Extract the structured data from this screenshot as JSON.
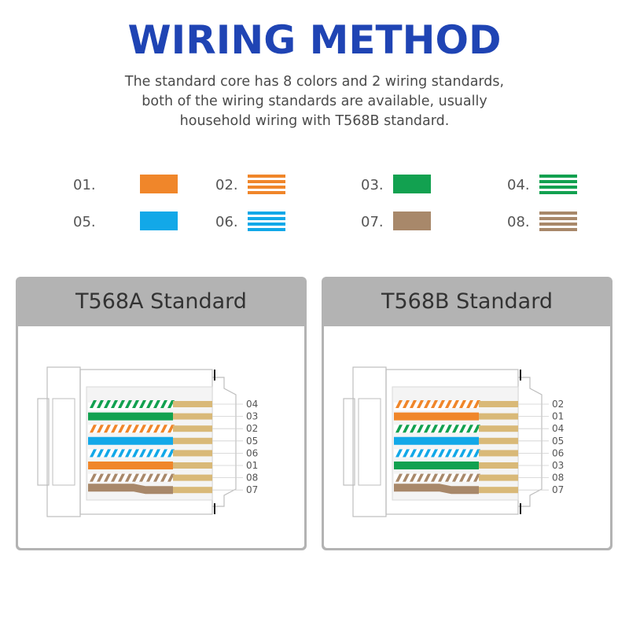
{
  "title": "WIRING METHOD",
  "subtitle": {
    "line1": "The standard core has 8 colors and 2 wiring standards,",
    "line2": "both of the wiring standards are available, usually",
    "line3": "household wiring with T568B standard."
  },
  "colors": {
    "orange": "#f0862a",
    "green": "#12a150",
    "blue": "#12a8e8",
    "brown": "#a8886a",
    "gold": "#d9b978",
    "title_blue": "#1f44b4"
  },
  "legend": [
    {
      "num": "01.",
      "color": "orange",
      "striped": false
    },
    {
      "num": "02.",
      "color": "orange",
      "striped": true
    },
    {
      "num": "03.",
      "color": "green",
      "striped": false
    },
    {
      "num": "04.",
      "color": "green",
      "striped": true
    },
    {
      "num": "05.",
      "color": "blue",
      "striped": false
    },
    {
      "num": "06.",
      "color": "blue",
      "striped": true
    },
    {
      "num": "07.",
      "color": "brown",
      "striped": false
    },
    {
      "num": "08.",
      "color": "brown",
      "striped": true
    }
  ],
  "panels": [
    {
      "title": "T568A Standard",
      "wires": [
        {
          "label": "04",
          "color": "green",
          "striped": true
        },
        {
          "label": "03",
          "color": "green",
          "striped": false
        },
        {
          "label": "02",
          "color": "orange",
          "striped": true
        },
        {
          "label": "05",
          "color": "blue",
          "striped": false
        },
        {
          "label": "06",
          "color": "blue",
          "striped": true
        },
        {
          "label": "01",
          "color": "orange",
          "striped": false
        },
        {
          "label": "08",
          "color": "brown",
          "striped": true
        },
        {
          "label": "07",
          "color": "brown",
          "striped": false
        }
      ]
    },
    {
      "title": "T568B Standard",
      "wires": [
        {
          "label": "02",
          "color": "orange",
          "striped": true
        },
        {
          "label": "01",
          "color": "orange",
          "striped": false
        },
        {
          "label": "04",
          "color": "green",
          "striped": true
        },
        {
          "label": "05",
          "color": "blue",
          "striped": false
        },
        {
          "label": "06",
          "color": "blue",
          "striped": true
        },
        {
          "label": "03",
          "color": "green",
          "striped": false
        },
        {
          "label": "08",
          "color": "brown",
          "striped": true
        },
        {
          "label": "07",
          "color": "brown",
          "striped": false
        }
      ]
    }
  ]
}
